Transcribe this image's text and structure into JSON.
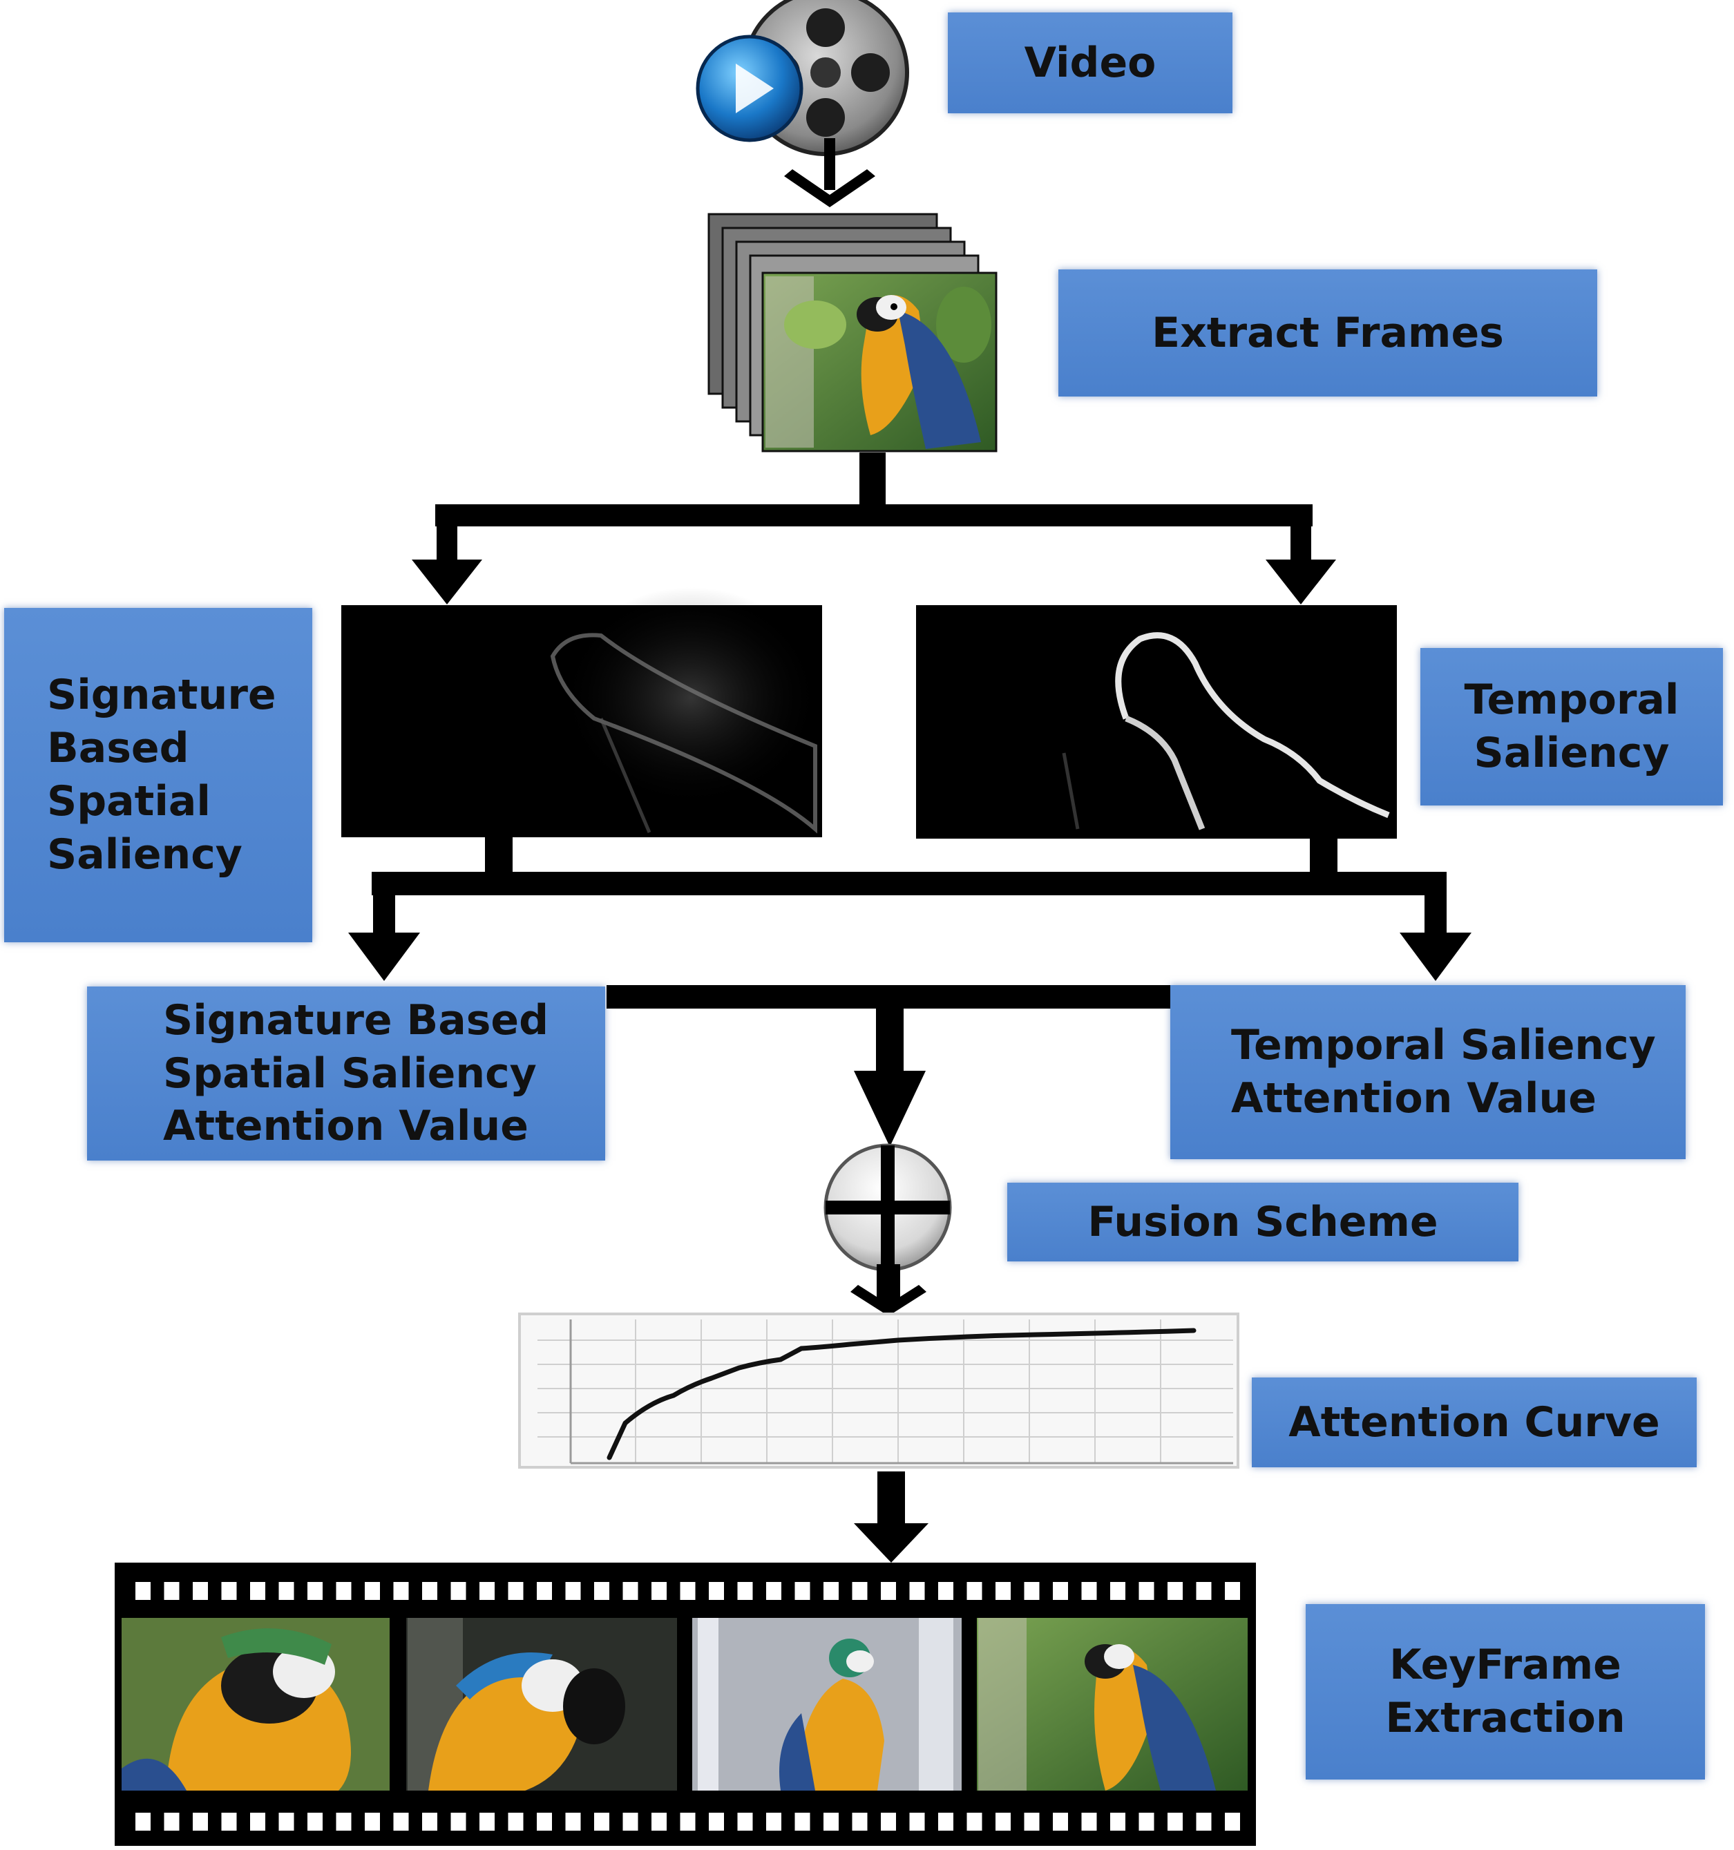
{
  "labels": {
    "video": "Video",
    "extract_frames": "Extract Frames",
    "spatial_saliency": "Signature\nBased\nSpatial\nSaliency",
    "temporal_saliency": "Temporal\nSaliency",
    "spatial_attention": "Signature Based\nSpatial Saliency\nAttention Value",
    "temporal_attention": "Temporal Saliency\nAttention Value",
    "fusion_scheme": "Fusion Scheme",
    "attention_curve": "Attention Curve",
    "keyframe_extraction": "KeyFrame\nExtraction"
  },
  "colors": {
    "box": "#4f86d1",
    "arrow": "#000000",
    "parrot_orange": "#e8a01a",
    "parrot_blue": "#2a4f8f",
    "foliage": "#4f7a34"
  },
  "icons": {
    "video": "video-reel-icon",
    "fusion": "circled-plus-icon"
  },
  "attention_curve_data": {
    "type": "line",
    "trend": "rises steeply then plateaus"
  }
}
